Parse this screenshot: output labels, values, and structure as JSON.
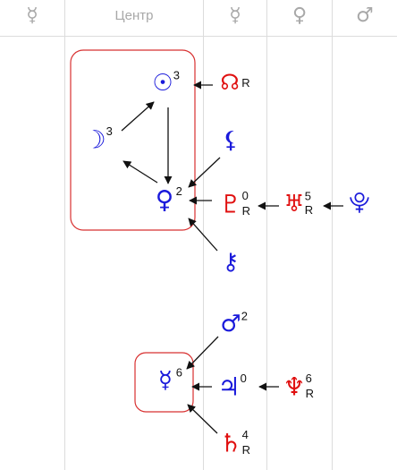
{
  "header": {
    "columns": [
      {
        "label": "☿",
        "symbol_of": "mercury"
      },
      {
        "label": "Центр",
        "symbol_of": "center"
      },
      {
        "label": "☿",
        "symbol_of": "mercury"
      },
      {
        "label": "♀",
        "symbol_of": "venus"
      },
      {
        "label": "♂",
        "symbol_of": "mars"
      }
    ]
  },
  "colors": {
    "blue": "#1a1adb",
    "red": "#e01010",
    "header_gray": "#a8a8a8",
    "grid": "#dcdcdc",
    "frame": "#d83030"
  },
  "planets": {
    "sun": {
      "glyph": "☉",
      "sup": "3",
      "sub": "",
      "color": "blue"
    },
    "moon": {
      "glyph": "☽",
      "sup": "3",
      "sub": "",
      "color": "blue"
    },
    "venus": {
      "glyph": "♀",
      "sup": "2",
      "sub": "",
      "color": "blue"
    },
    "node": {
      "glyph": "☊",
      "sup": "",
      "sub": "R",
      "color": "red"
    },
    "lilith": {
      "glyph": "⚸",
      "sup": "",
      "sub": "",
      "color": "blue"
    },
    "pluto": {
      "glyph": "♇",
      "sup": "0",
      "sub": "R",
      "color": "red"
    },
    "uranus": {
      "glyph": "♅",
      "sup": "5",
      "sub": "R",
      "color": "red"
    },
    "proserpina": {
      "glyph": "⯓",
      "sup": "",
      "sub": "",
      "color": "blue"
    },
    "chiron": {
      "glyph": "⚷",
      "sup": "",
      "sub": "",
      "color": "blue"
    },
    "mars": {
      "glyph": "♂",
      "sup": "2",
      "sub": "",
      "color": "blue"
    },
    "mercury": {
      "glyph": "☿",
      "sup": "6",
      "sub": "",
      "color": "blue"
    },
    "jupiter": {
      "glyph": "♃",
      "sup": "0",
      "sub": "",
      "color": "blue"
    },
    "neptune": {
      "glyph": "♆",
      "sup": "6",
      "sub": "R",
      "color": "red"
    },
    "saturn": {
      "glyph": "♄",
      "sup": "4",
      "sub": "R",
      "color": "red"
    }
  },
  "edges": [
    {
      "from": "node",
      "to": "sun"
    },
    {
      "from": "moon",
      "to": "sun"
    },
    {
      "from": "sun",
      "to": "venus"
    },
    {
      "from": "venus",
      "to": "moon"
    },
    {
      "from": "lilith",
      "to": "venus"
    },
    {
      "from": "pluto",
      "to": "venus"
    },
    {
      "from": "uranus",
      "to": "pluto"
    },
    {
      "from": "proserpina",
      "to": "uranus"
    },
    {
      "from": "chiron",
      "to": "venus"
    },
    {
      "from": "mars",
      "to": "mercury"
    },
    {
      "from": "jupiter",
      "to": "mercury"
    },
    {
      "from": "neptune",
      "to": "jupiter"
    },
    {
      "from": "saturn",
      "to": "mercury"
    }
  ]
}
